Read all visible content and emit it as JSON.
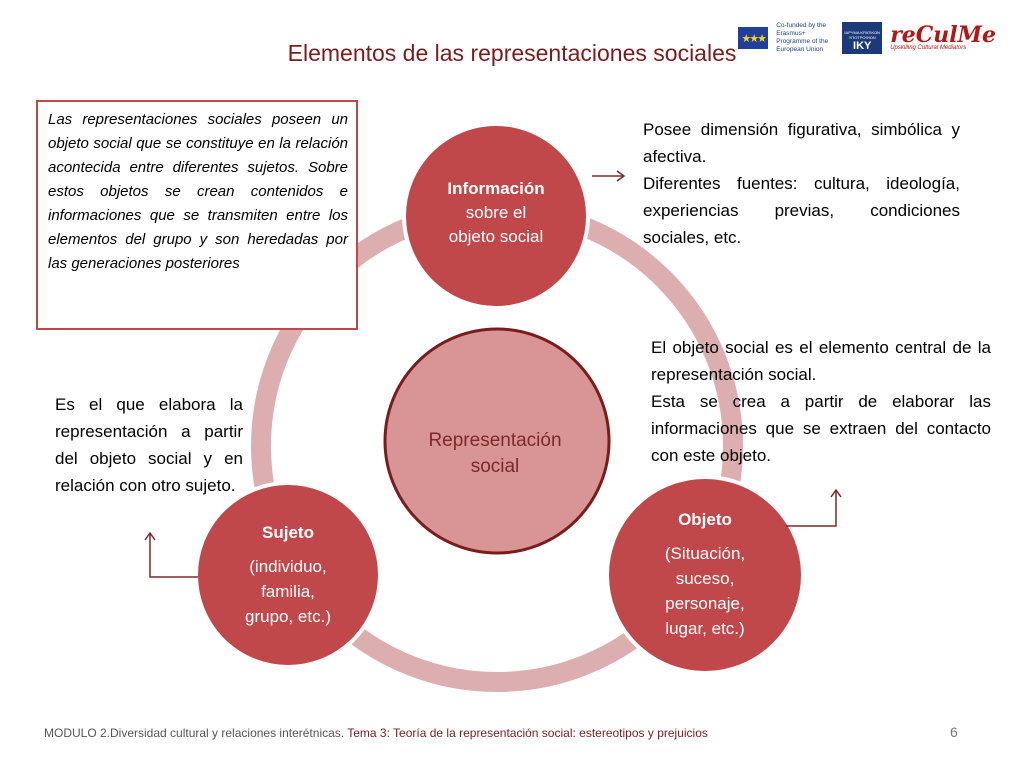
{
  "title": "Elementos de las representaciones sociales",
  "logos": {
    "eu_text": "Co-funded by the Erasmus+ Programme of the European Union",
    "iky_label": "IKY",
    "iky_small": "ΙΔΡΥΜΑ ΚΡΑΤΙΚΩΝ ΥΠΟΤΡΟΦΙΩΝ",
    "recul_label": "reCulMe",
    "recul_sub": "Upskilling Cultural Mediators"
  },
  "intro_box": "Las representaciones sociales poseen un objeto social que se constituye en la relación acontecida entre diferentes sujetos. Sobre estos objetos se crean contenidos e informaciones que se transmiten entre los elementos del grupo y son heredadas por las generaciones posteriores",
  "center": {
    "label_line1": "Representación",
    "label_line2": "social"
  },
  "nodes": {
    "informacion": {
      "title": "Información",
      "line2": "sobre el",
      "line3": "objeto social"
    },
    "sujeto": {
      "title": "Sujeto",
      "line2": "(individuo,",
      "line3": "familia,",
      "line4": "grupo, etc.)"
    },
    "objeto": {
      "title": "Objeto",
      "line2": "(Situación,",
      "line3": "suceso,",
      "line4": "personaje,",
      "line5": "lugar, etc.)"
    }
  },
  "notes": {
    "informacion_p1": "Posee dimensión figurativa, simbólica y afectiva.",
    "informacion_p2": "Diferentes fuentes: cultura, ideología, experiencias previas, condiciones sociales, etc.",
    "objeto_p1": "El objeto social es el elemento central de la representación social.",
    "objeto_p2": "Esta se crea a partir de elaborar las informaciones que se extraen del contacto con este objeto.",
    "sujeto": "Es el que elabora la representación a partir del objeto social y en relación con otro sujeto."
  },
  "footer": {
    "module": "MODULO 2.Diversidad cultural y relaciones interétnicas.",
    "topic": "Tema 3: Teoría de la representación social: estereotipos y prejuicios"
  },
  "page_number": "6",
  "colors": {
    "node_fill": "#c0474a",
    "ring": "#dcaeb0",
    "center_fill": "#d99596",
    "center_border": "#7a1c1c",
    "title": "#7a1c1c",
    "arrow": "#7a2a2a"
  }
}
